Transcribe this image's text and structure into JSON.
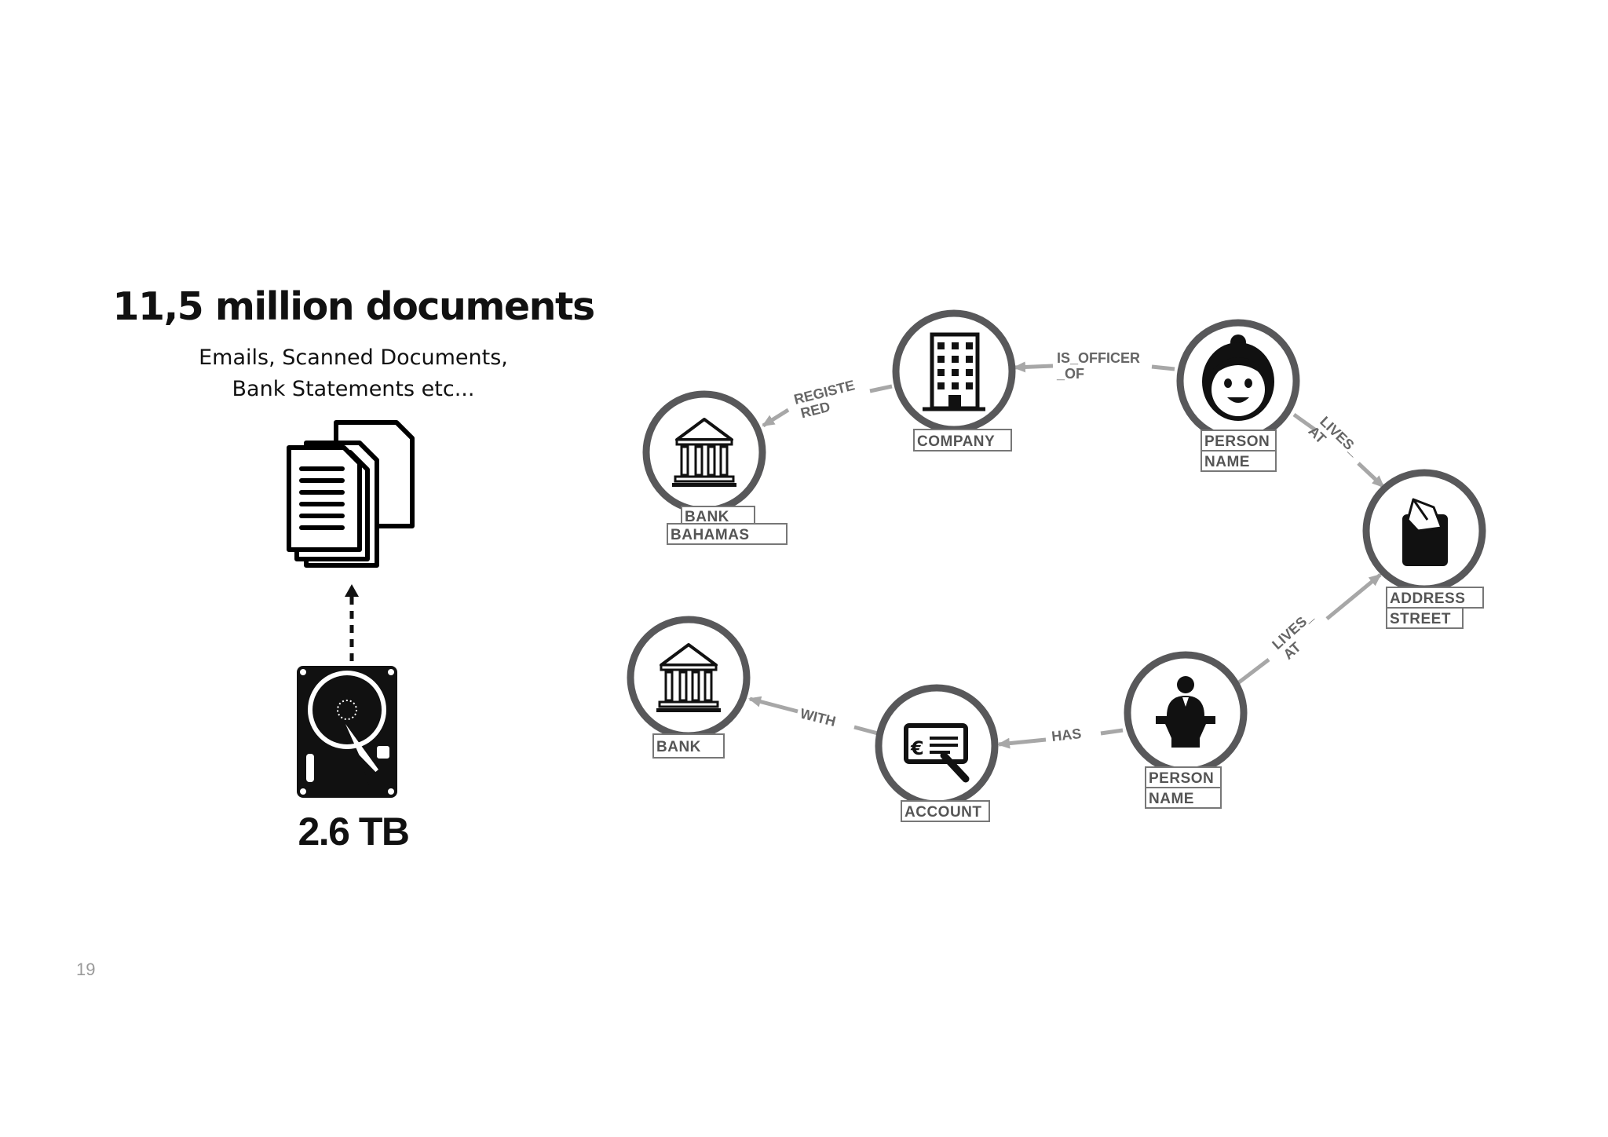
{
  "left_panel": {
    "headline": "11,5 million documents",
    "subtitle_line1": "Emails, Scanned Documents,",
    "subtitle_line2": "Bank Statements etc...",
    "storage_size": "2.6 TB",
    "documents_icon": "documents-stack-icon",
    "drive_icon": "hard-drive-icon"
  },
  "graph": {
    "nodes": [
      {
        "id": "company",
        "icon": "office-building-icon",
        "labels": [
          "COMPANY"
        ]
      },
      {
        "id": "bank_bahamas",
        "icon": "bank-icon",
        "labels": [
          "BANK",
          "BAHAMAS"
        ]
      },
      {
        "id": "person_woman",
        "icon": "woman-face-icon",
        "labels": [
          "PERSON",
          "NAME"
        ]
      },
      {
        "id": "address",
        "icon": "mailbox-icon",
        "labels": [
          "ADDRESS",
          "STREET"
        ]
      },
      {
        "id": "person_speaker",
        "icon": "speaker-podium-icon",
        "labels": [
          "PERSON",
          "NAME"
        ]
      },
      {
        "id": "account",
        "icon": "cheque-icon",
        "labels": [
          "ACCOUNT"
        ]
      },
      {
        "id": "bank",
        "icon": "bank-icon",
        "labels": [
          "BANK"
        ]
      }
    ],
    "edges": [
      {
        "from": "company",
        "to": "bank_bahamas",
        "label": [
          "REGISTE",
          "RED"
        ]
      },
      {
        "from": "person_woman",
        "to": "company",
        "label": [
          "IS_OFFICER",
          "_OF"
        ]
      },
      {
        "from": "person_woman",
        "to": "address",
        "label": [
          "LIVES_",
          "AT"
        ]
      },
      {
        "from": "person_speaker",
        "to": "address",
        "label": [
          "LIVES_",
          "AT"
        ]
      },
      {
        "from": "person_speaker",
        "to": "account",
        "label": [
          "HAS"
        ]
      },
      {
        "from": "account",
        "to": "bank",
        "label": [
          "WITH"
        ]
      }
    ]
  },
  "page_number": "19",
  "colors": {
    "node_ring": "#58585a",
    "edge": "#a7a7a7",
    "label_text": "#555555",
    "icon": "#111111"
  }
}
